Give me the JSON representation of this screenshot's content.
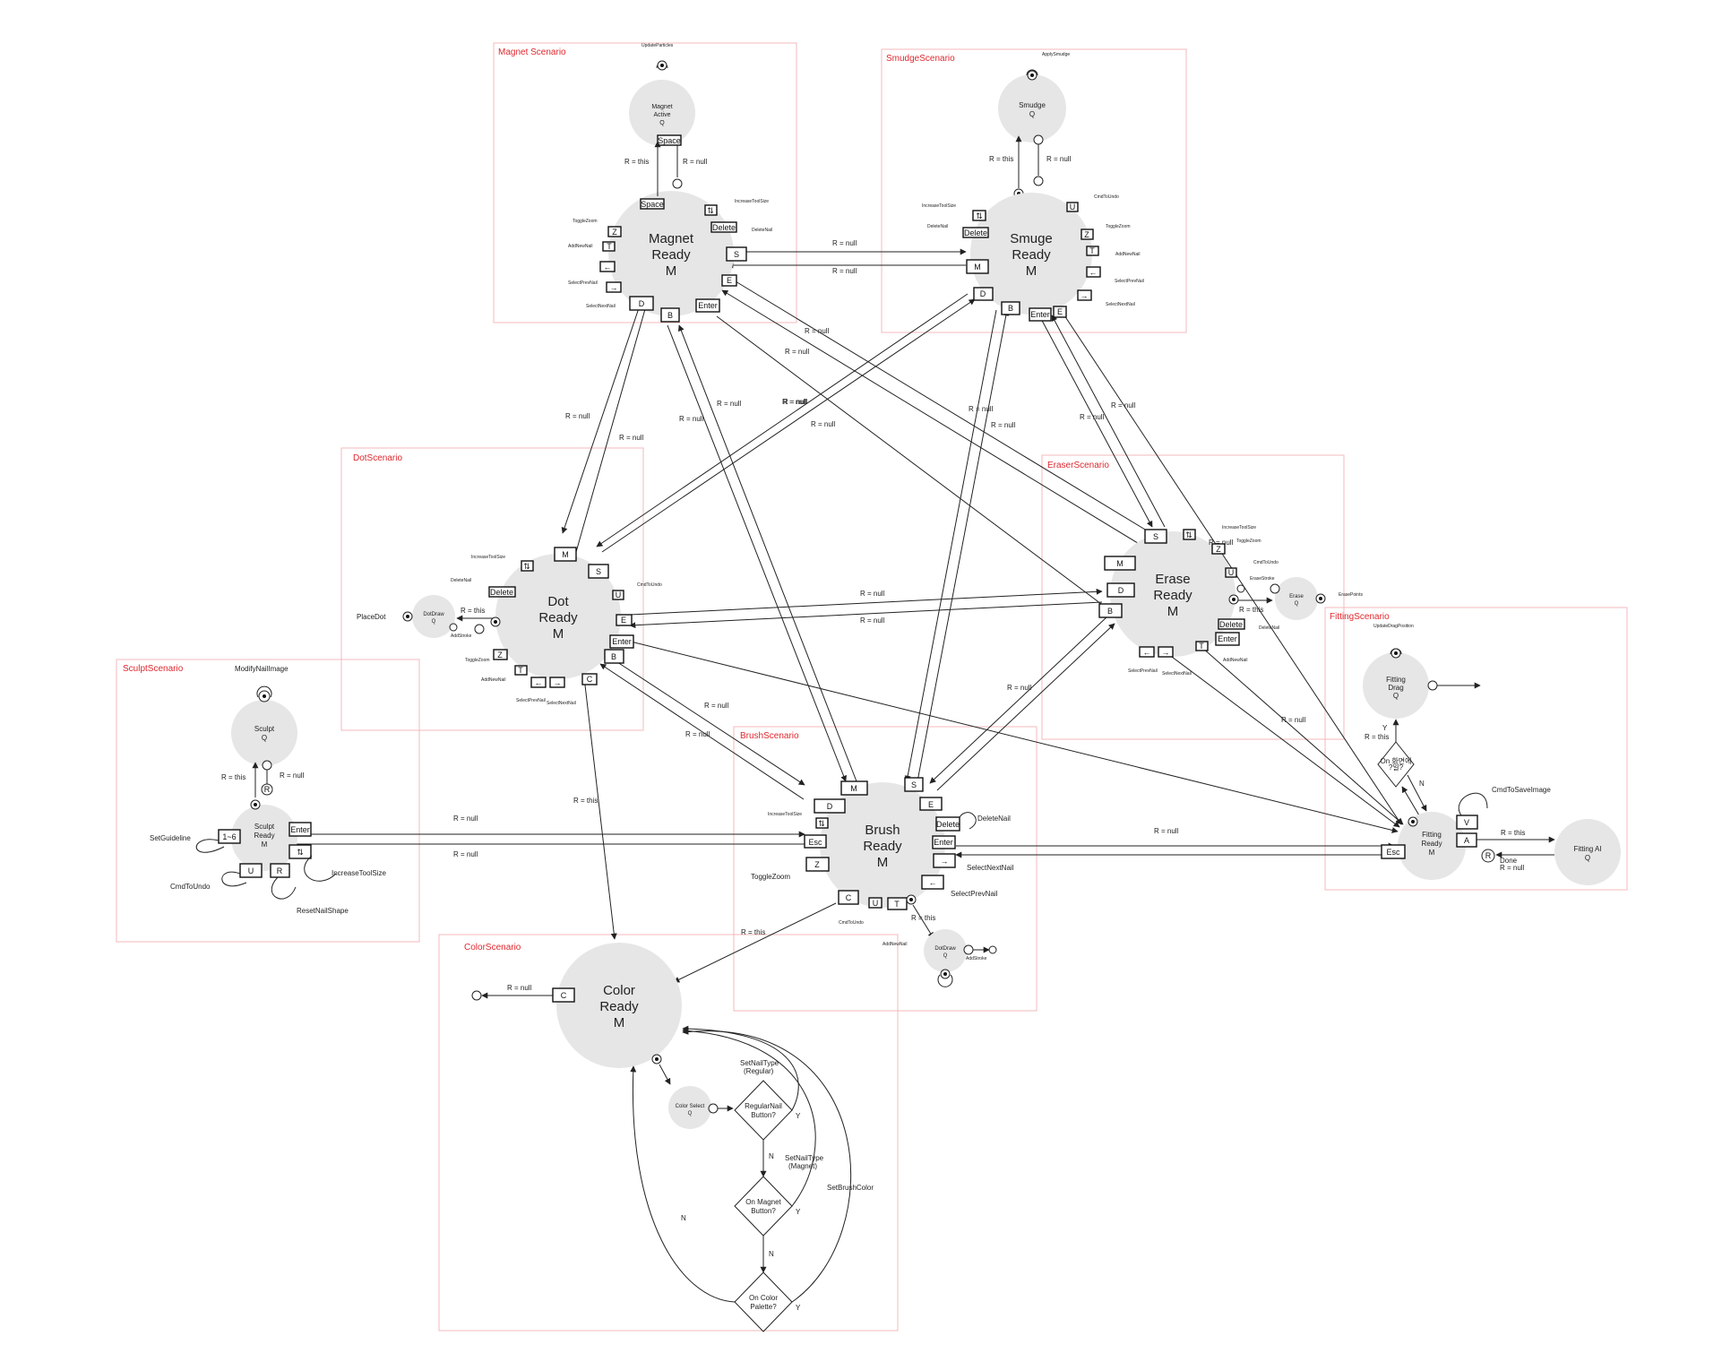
{
  "zones": [
    {
      "title": "Magnet Scenario"
    },
    {
      "title": "SmudgeScenario"
    },
    {
      "title": "DotScenario"
    },
    {
      "title": "EraserScenario"
    },
    {
      "title": "FittingScenario"
    },
    {
      "title": "SculptScenario"
    },
    {
      "title": "BrushScenario"
    },
    {
      "title": "ColorScenario"
    }
  ],
  "nodes": {
    "magnet_active": [
      "Magnet",
      "Active",
      "Q"
    ],
    "magnet_ready": [
      "Magnet",
      "Ready",
      "M"
    ],
    "smudge_q": [
      "Smudge",
      "Q"
    ],
    "smuge_ready": [
      "Smuge",
      "Ready",
      "M"
    ],
    "dot_ready": [
      "Dot",
      "Ready",
      "M"
    ],
    "dot_draw": [
      "DotDraw",
      "Q"
    ],
    "erase_ready": [
      "Erase",
      "Ready",
      "M"
    ],
    "erase_q": [
      "Erase",
      "Q"
    ],
    "fitting_drag": [
      "Fitting",
      "Drag",
      "Q"
    ],
    "fitting_ready": [
      "Fitting",
      "Ready",
      "M"
    ],
    "fitting_ai": [
      "Fitting AI",
      "Q"
    ],
    "sculpt_q": [
      "Sculpt",
      "Q"
    ],
    "sculpt_ready": [
      "Sculpt",
      "Ready",
      "M"
    ],
    "brush_ready": [
      "Brush",
      "Ready",
      "M"
    ],
    "dot_draw2": [
      "DotDraw",
      "Q"
    ],
    "color_ready": [
      "Color",
      "Ready",
      "M"
    ],
    "color_select": [
      "Color Select",
      "Q"
    ]
  },
  "keys": {
    "space": "Space",
    "delete": "Delete",
    "s": "S",
    "m": "M",
    "d": "D",
    "b": "B",
    "e": "E",
    "c": "C",
    "z": "Z",
    "t": "T",
    "u": "U",
    "r": "R",
    "v": "V",
    "a": "A",
    "enter": "Enter",
    "esc": "Esc",
    "one_six": "1~6",
    "swap": "⇅",
    "left": "←",
    "right": "→"
  },
  "labels": {
    "update_particles": "UpdateParticles",
    "apply_smudge": "ApplySmudge",
    "increase_tool_size": "IncreaseToolSize",
    "delete_nail": "DeleteNail",
    "toggle_zoom": "ToggleZoom",
    "add_new_nail": "AddNewNail",
    "select_prev_nail": "SelectPrevNail",
    "select_next_nail": "SelectNextNail",
    "cmd_to_undo": "CmdToUndo",
    "place_dot": "PlaceDot",
    "add_stroke": "AddStroke",
    "erase_stroke": "EraseStroke",
    "erase_points": "ErasePoints",
    "update_drag_position": "UpdateDragPosition",
    "cmd_to_save_image": "CmdToSaveImage",
    "done": "Done",
    "modify_nail_image": "ModifyNailImage",
    "set_guideline": "SetGuideline",
    "reset_nail_shape": "ResetNailShape",
    "set_nail_type_regular": [
      "SetNailType",
      "(Regular)"
    ],
    "set_nail_type_magnet": [
      "SetNailType",
      "(Magnet)"
    ],
    "set_brush_color": "SetBrushColor",
    "r_this": "R = this",
    "r_null": "R = null",
    "y": "Y",
    "n": "N",
    "on_area": [
      "On 화면에",
      "?일?"
    ]
  },
  "decisions": {
    "regular": [
      "RegularNail",
      "Button?"
    ],
    "magnet": [
      "On Magnet",
      "Button?"
    ],
    "palette": [
      "On Color",
      "Palette?"
    ]
  }
}
